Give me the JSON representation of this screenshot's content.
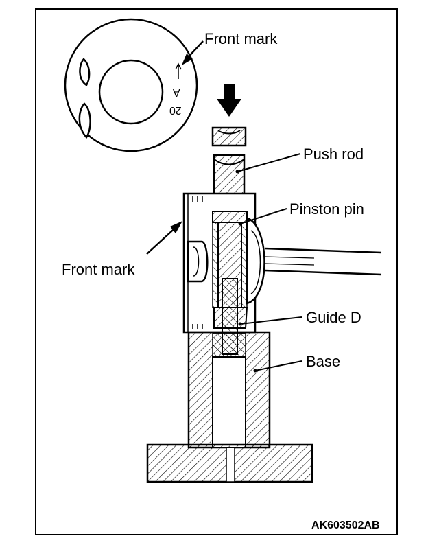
{
  "labels": {
    "front_mark_top": "Front mark",
    "front_mark_left": "Front mark",
    "push_rod": "Push rod",
    "piston_pin": "Pinston pin",
    "guide_d": "Guide D",
    "base": "Base"
  },
  "piston_top_marks": {
    "letter": "A",
    "number": "20"
  },
  "figure_code": "AK603502AB"
}
